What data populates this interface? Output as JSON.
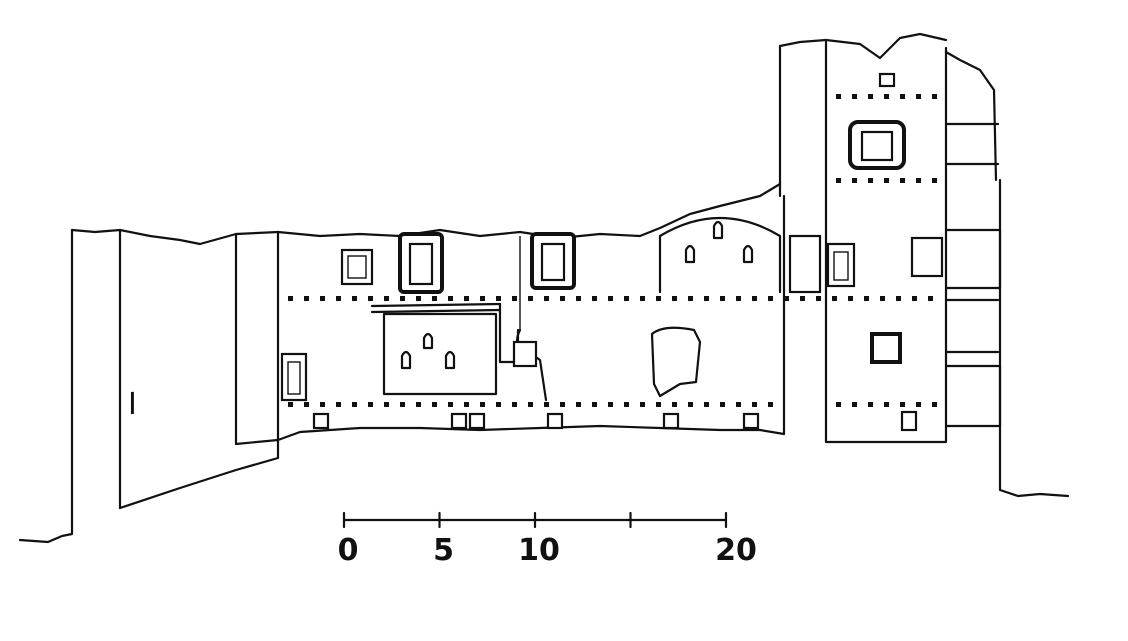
{
  "marker": "I",
  "scale": {
    "ticks": [
      {
        "value": 0,
        "label": "0"
      },
      {
        "value": 5,
        "label": "5"
      },
      {
        "value": 10,
        "label": "10"
      },
      {
        "value": 15,
        "label": ""
      },
      {
        "value": 20,
        "label": "20"
      }
    ]
  },
  "colors": {
    "ink": "#111111",
    "paper": "#ffffff"
  }
}
